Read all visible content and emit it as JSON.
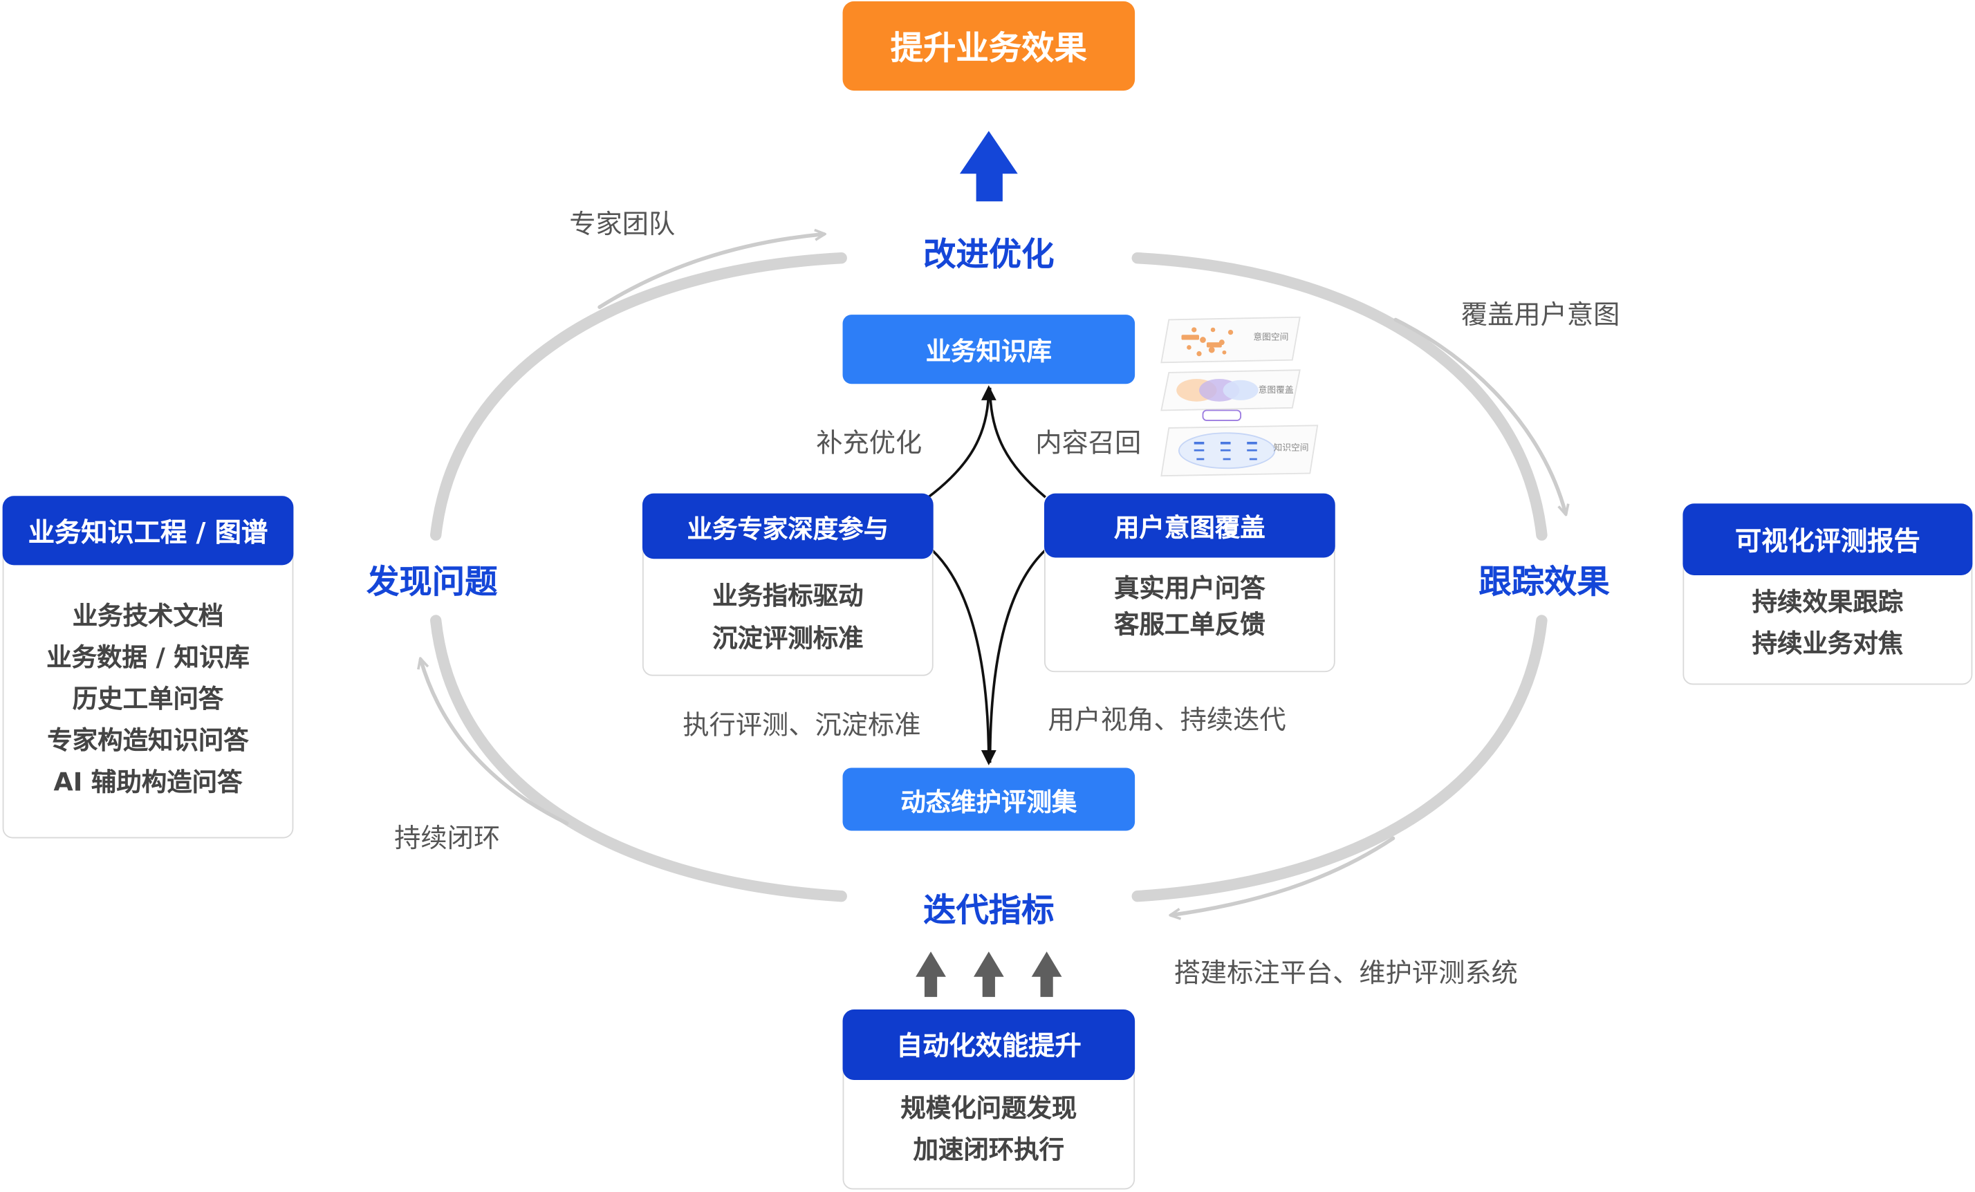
{
  "goal": {
    "label": "提升业务效果"
  },
  "stages": {
    "top": "改进优化",
    "left": "发现问题",
    "right": "跟踪效果",
    "bottom": "迭代指标"
  },
  "arc_notes": {
    "top_left": "专家团队",
    "top_right": "覆盖用户意图",
    "bottom_left": "持续闭环",
    "bottom_right": "搭建标注平台、维护评测系统"
  },
  "center": {
    "knowledge_base": "业务知识库",
    "eval_set": "动态维护评测集",
    "left_up_note": "补充优化",
    "right_up_note": "内容召回",
    "left_down_note": "执行评测、沉淀标准",
    "right_down_note": "用户视角、持续迭代",
    "expert_card": {
      "title": "业务专家深度参与",
      "lines": [
        "业务指标驱动",
        "沉淀评测标准"
      ]
    },
    "intent_card": {
      "title": "用户意图覆盖",
      "lines": [
        "真实用户问答",
        "客服工单反馈"
      ]
    }
  },
  "side_cards": {
    "left": {
      "title": "业务知识工程 / 图谱",
      "lines": [
        "业务技术文档",
        "业务数据 / 知识库",
        "历史工单问答",
        "专家构造知识问答",
        "AI 辅助构造问答"
      ]
    },
    "right": {
      "title": "可视化评测报告",
      "lines": [
        "持续效果跟踪",
        "持续业务对焦"
      ]
    }
  },
  "bottom_card": {
    "title": "自动化效能提升",
    "lines": [
      "规模化问题发现",
      "加速闭环执行"
    ]
  },
  "thumbnail": {
    "labels": [
      "意图空间",
      "意图覆盖",
      "知识空间"
    ]
  },
  "colors": {
    "dark_blue": "#0f3ccd",
    "mid_blue": "#2d7ef7",
    "orange": "#fb8a25",
    "stage_text": "#1446d8",
    "ring_gray": "#d4d4d4",
    "arrow_gray": "#5e5e5e"
  }
}
